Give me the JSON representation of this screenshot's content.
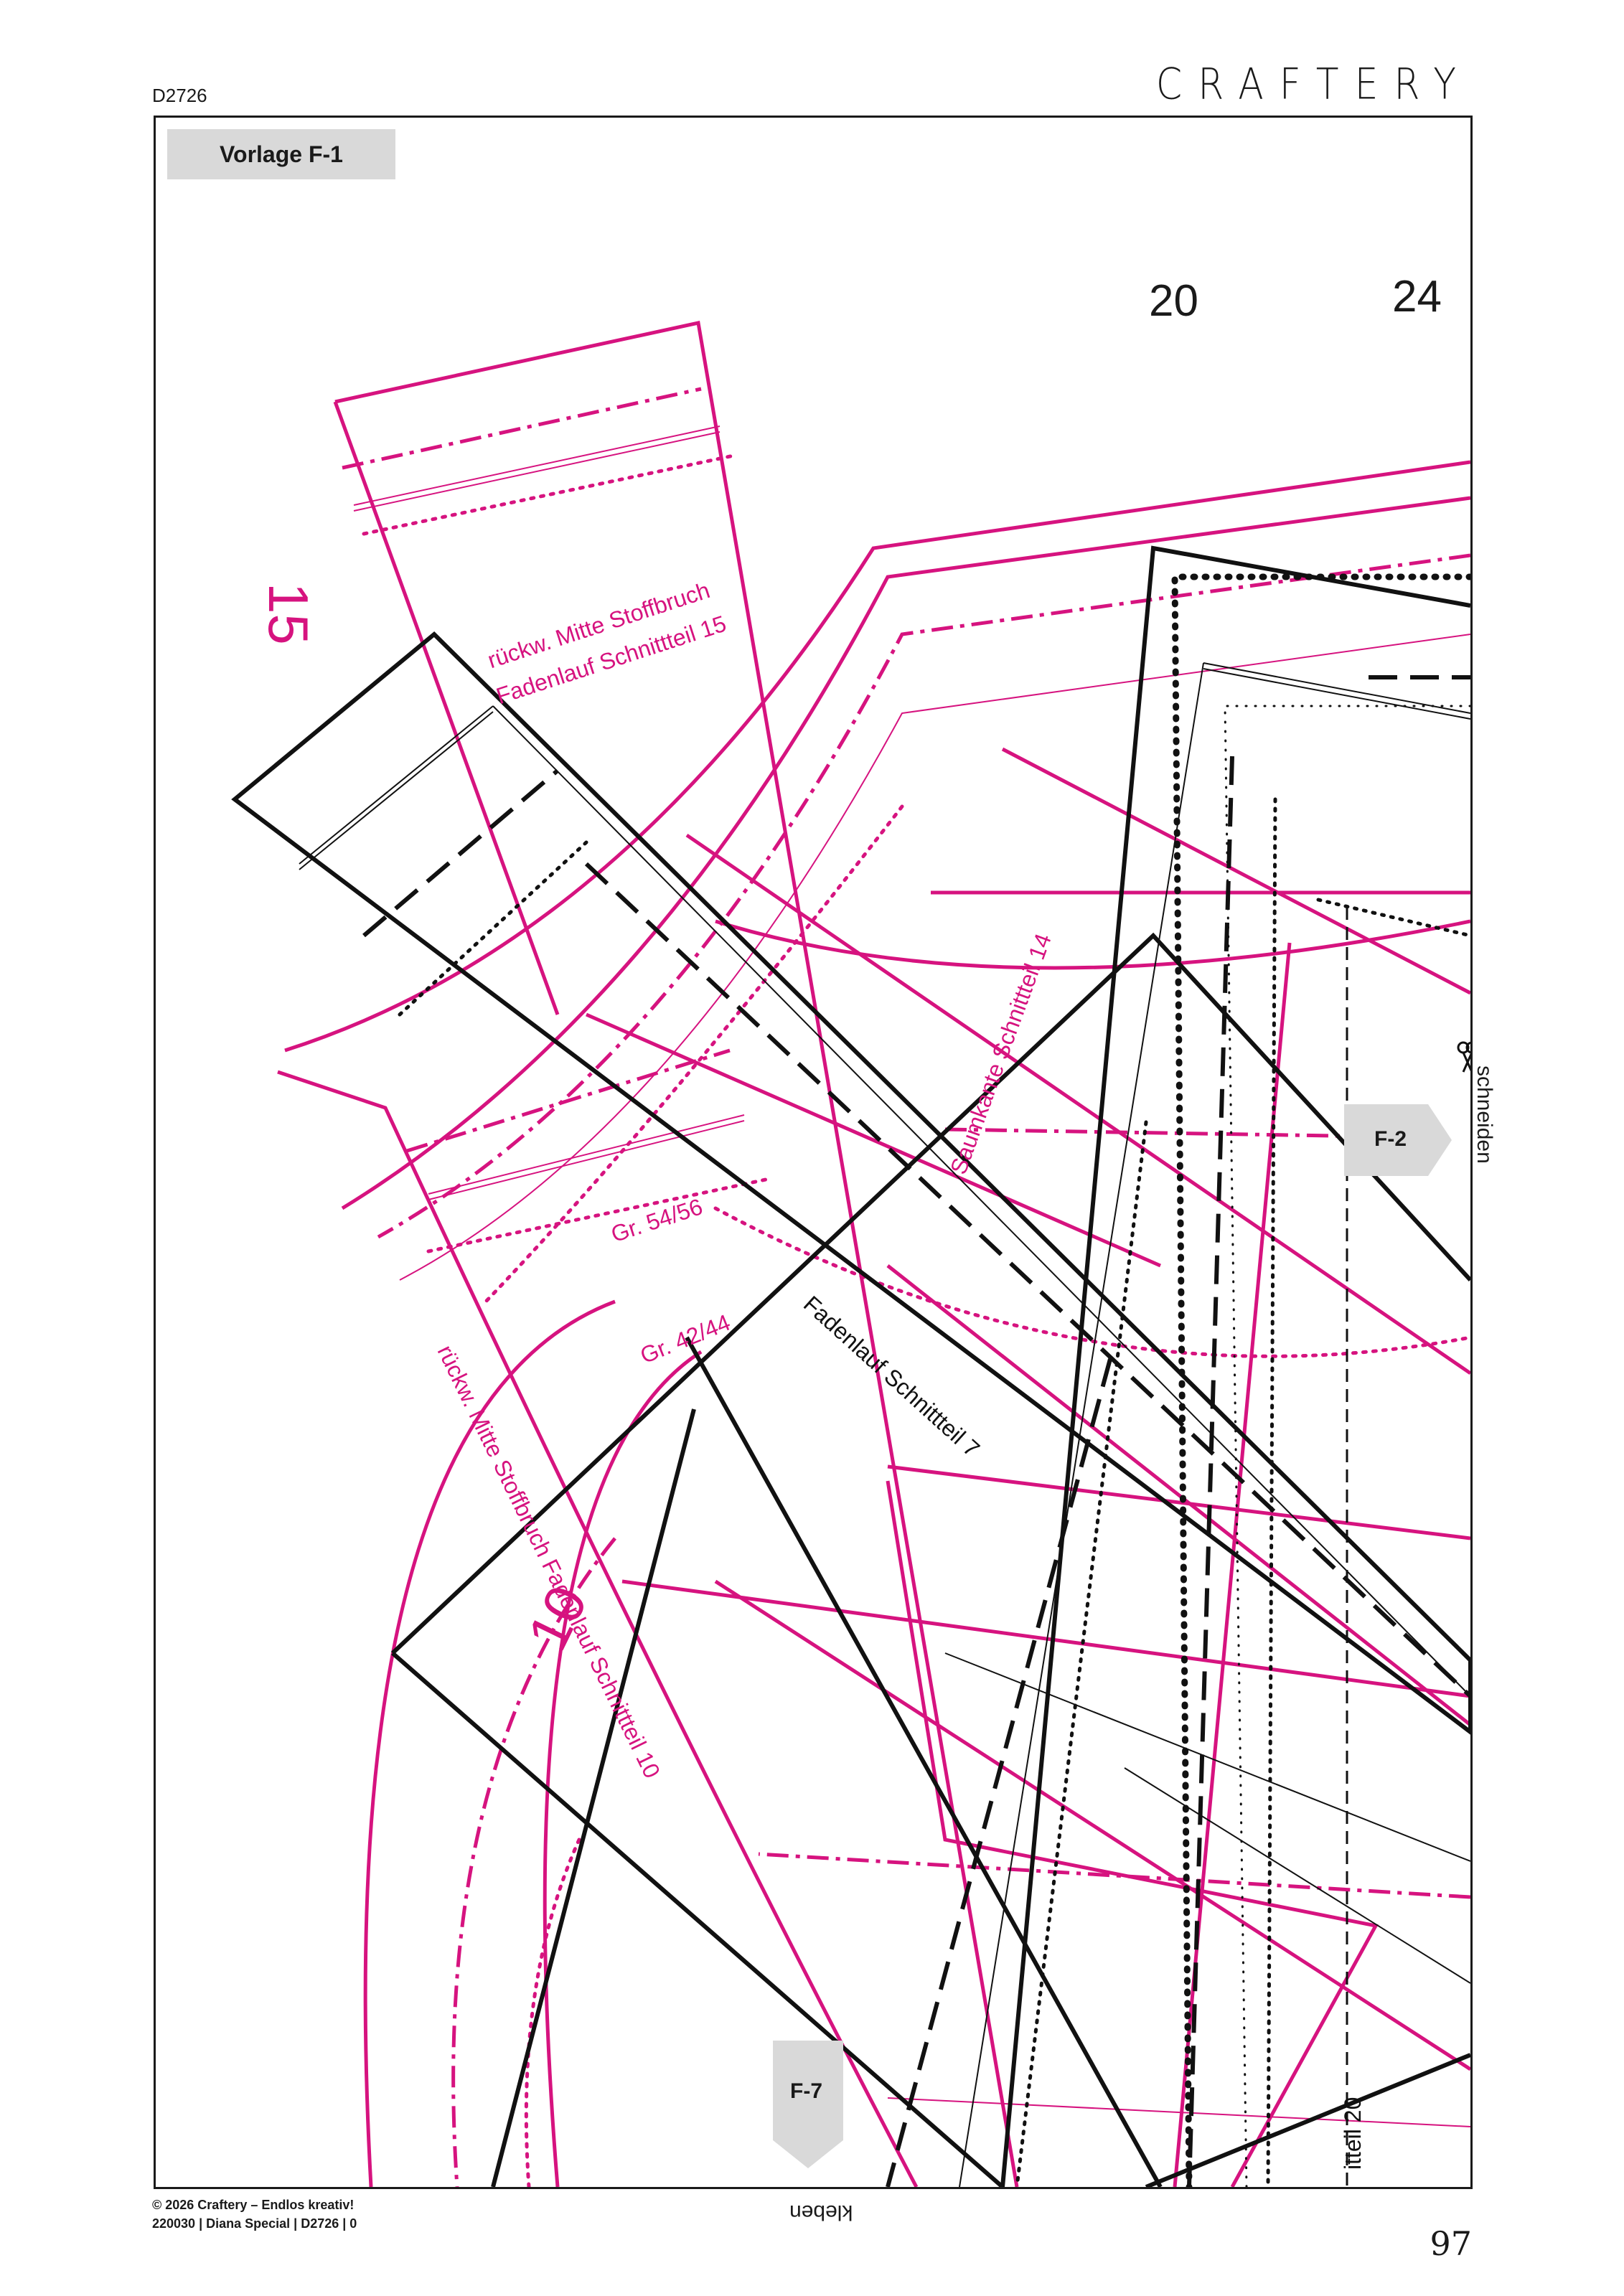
{
  "header": {
    "code": "D2726",
    "brand": "CRAFTERY"
  },
  "template_label": "Vorlage F-1",
  "size_numbers": [
    "20",
    "24"
  ],
  "piece_numbers": [
    "15",
    "10"
  ],
  "piece_labels": [
    "rückw. Mitte Stoffbruch",
    "Fadenlauf Schnittteil 15",
    "Saumkante Schnittteil 14",
    "Gr. 54/56",
    "Gr. 42/44",
    "Fadenlauf Schnittteil 7",
    "rückw. Mitte Stoffbruch Fadenlauf Schnittteil 10",
    "itteil 20"
  ],
  "connectors": {
    "right": "F-2",
    "bottom": "F-7"
  },
  "edge_labels": {
    "right": "schneiden",
    "bottom": "kleben"
  },
  "footer": {
    "copyright": "© 2026 Craftery – Endlos kreativ!",
    "issue": "220030 | Diana Special | D2726 | 0",
    "page": "97"
  },
  "colors": {
    "magenta": "#d6137f",
    "black": "#111111",
    "gray_tab": "#d9d9d9"
  },
  "icons": [
    "scissors-icon"
  ]
}
